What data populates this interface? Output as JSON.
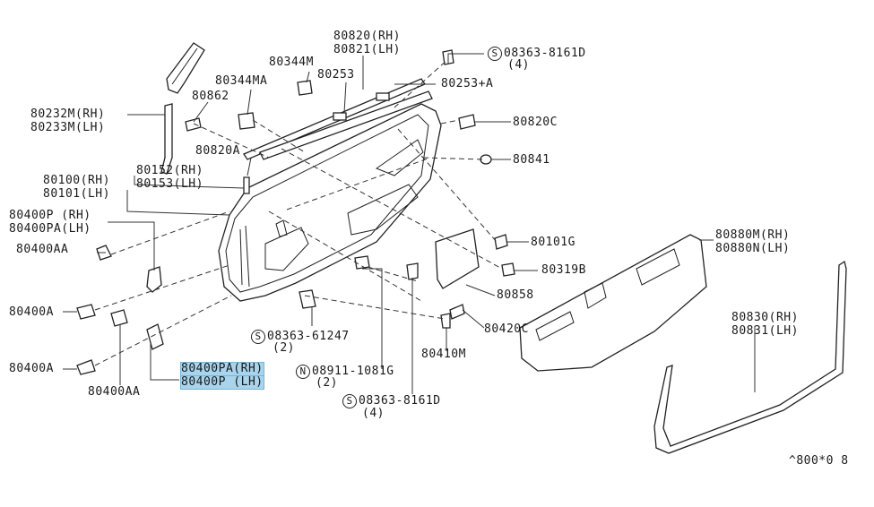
{
  "labels": {
    "p80820": "80820(RH)",
    "p80821": "80821(LH)",
    "p80344m": "80344M",
    "p80253": "80253",
    "p80344ma": "80344MA",
    "p80862": "80862",
    "p80253a": "80253+A",
    "p80232m": "80232M(RH)",
    "p80233m": "80233M(LH)",
    "p80820a": "80820A",
    "p80820c": "80820C",
    "p80841": "80841",
    "p80100": "80100(RH)",
    "p80101": "80101(LH)",
    "p80152": "80152(RH)",
    "p80153": "80153(LH)",
    "p80400p_rh": "80400P (RH)",
    "p80400pa_lh": "80400PA(LH)",
    "p80400aa_top": "80400AA",
    "p80101g": "80101G",
    "p80880m": "80880M(RH)",
    "p80880n": "80880N(LH)",
    "p80319b": "80319B",
    "p80858": "80858",
    "p80400a_1": "80400A",
    "p80420c": "80420C",
    "p80830": "80830(RH)",
    "p80831": "80831(LH)",
    "p80410m": "80410M",
    "p80400a_2": "80400A",
    "p80400aa_bot": "80400AA",
    "p80400pa_rh": "80400PA(RH)",
    "p80400p_lh": "80400P (LH)",
    "footer_code": "^800*0 8"
  },
  "callouts": {
    "screw_top": {
      "symbol": "S",
      "code": "08363-8161D",
      "qty": "(4)"
    },
    "screw_mid": {
      "symbol": "S",
      "code": "08363-61247",
      "qty": "(2)"
    },
    "nut": {
      "symbol": "N",
      "code": "08911-1081G",
      "qty": "(2)"
    },
    "screw_bot": {
      "symbol": "S",
      "code": "08363-8161D",
      "qty": "(4)"
    }
  },
  "colors": {
    "highlight": "#a9d4ec",
    "ink": "#222222"
  }
}
